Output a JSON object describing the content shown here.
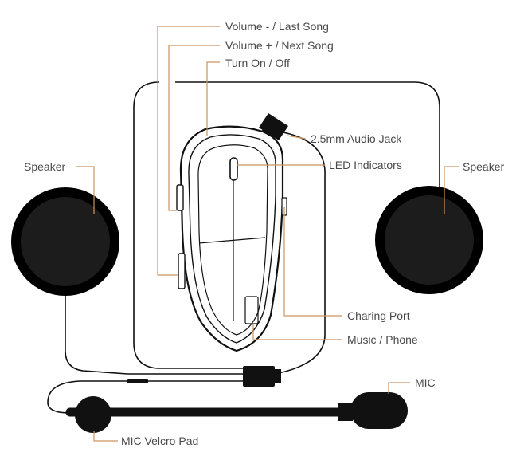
{
  "colors": {
    "leader": "#c99560",
    "label_text": "#4a4a4a",
    "device": "#111111",
    "speaker_fill": "#1c1c1c",
    "speaker_rim": "#000000"
  },
  "labels": {
    "volume_down": "Volume - / Last Song",
    "volume_up": "Volume + / Next Song",
    "power": "Turn On / Off",
    "audio_jack": "2.5mm Audio Jack",
    "led": "LED Indicators",
    "speaker_left": "Speaker",
    "speaker_right": "Speaker",
    "charging_port": "Charing Port",
    "music_phone": "Music / Phone",
    "mic": "MIC",
    "mic_velcro": "MIC Velcro Pad"
  }
}
